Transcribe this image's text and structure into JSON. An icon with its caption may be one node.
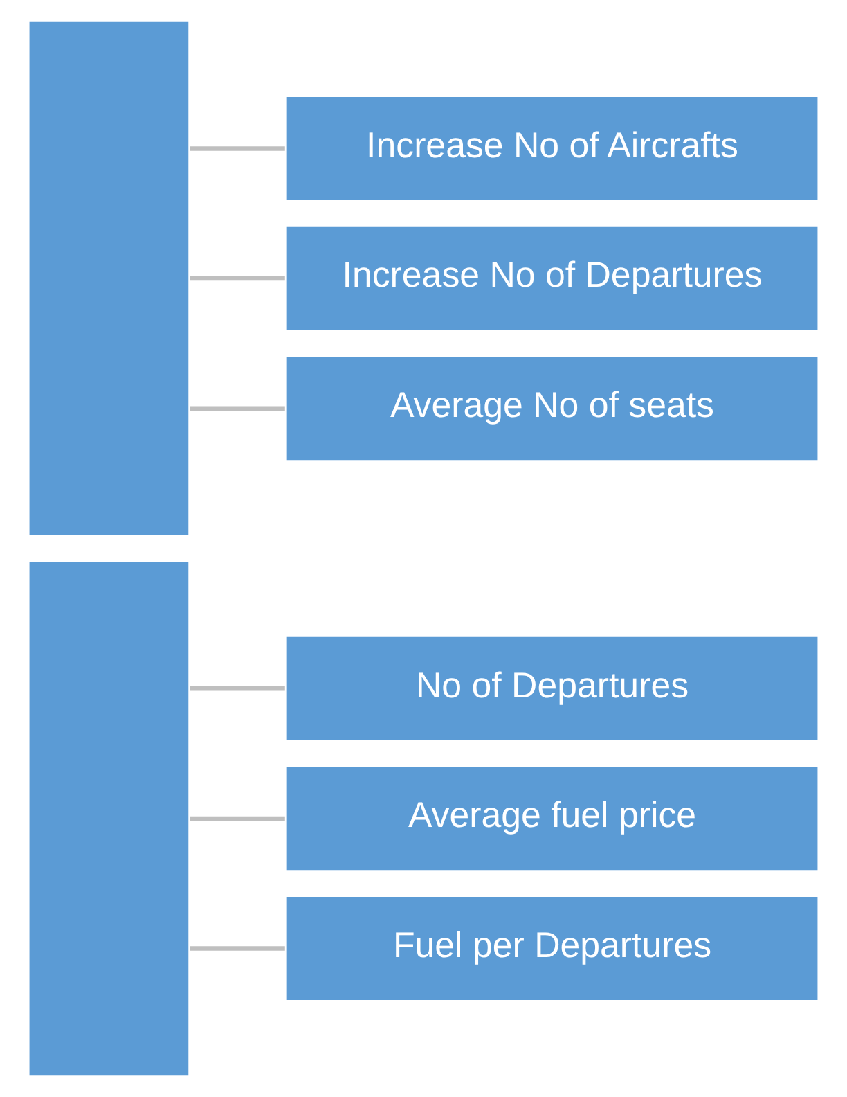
{
  "diagram": {
    "nodes": [
      {
        "text": [],
        "shape": "bar"
      },
      {
        "text": [
          "Increase No of Aircrafts"
        ]
      },
      {
        "text": [
          "Increase No of Departures"
        ]
      },
      {
        "text": [
          "Average No of seats"
        ]
      },
      {
        "text": [],
        "shape": "bar"
      },
      {
        "text": [
          "No of Departures"
        ]
      },
      {
        "text": [
          "Average fuel price"
        ]
      },
      {
        "text": [
          "Fuel per Departures"
        ]
      }
    ],
    "edges": [
      {
        "from": 0,
        "to": 1,
        "arrow": "none"
      },
      {
        "from": 0,
        "to": 2,
        "arrow": "none"
      },
      {
        "from": 0,
        "to": 3,
        "arrow": "none"
      },
      {
        "from": 4,
        "to": 5,
        "arrow": "none"
      },
      {
        "from": 4,
        "to": 6,
        "arrow": "none"
      },
      {
        "from": 4,
        "to": 7,
        "arrow": "none"
      }
    ]
  }
}
